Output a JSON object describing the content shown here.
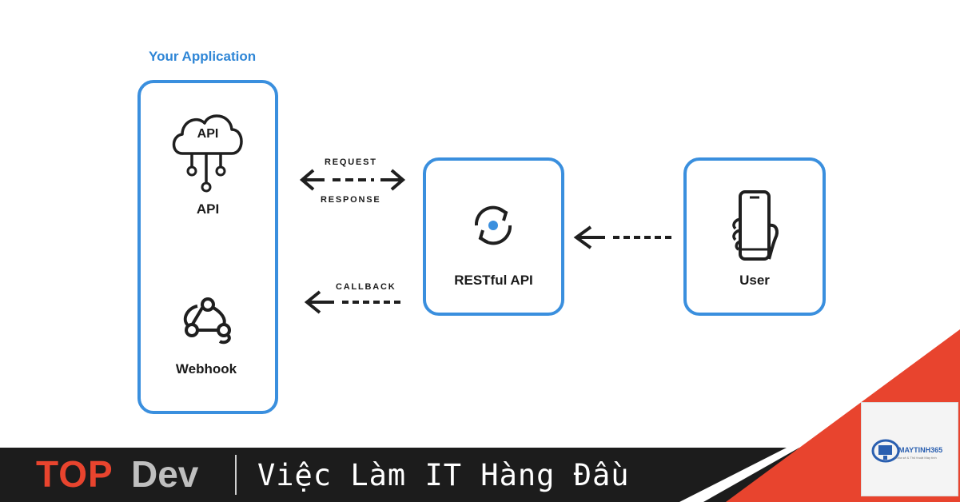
{
  "diagram": {
    "app_title": "Your Application",
    "app_items": {
      "api_cloud_text": "API",
      "api_label": "API",
      "webhook_label": "Webhook"
    },
    "arrows": {
      "request": "REQUEST",
      "response": "RESPONSE",
      "callback": "CALLBACK"
    },
    "restful_label": "RESTful API",
    "user_label": "User"
  },
  "footer": {
    "brand_top": "TOP",
    "brand_dev": "Dev",
    "tagline": "Việc Làm IT Hàng Đầu",
    "partner_logo": "MAYTINH365",
    "partner_sub": "Chia sẻ & Thủ thuật Máy tính"
  },
  "colors": {
    "accent_blue": "#3a8fde",
    "brand_red": "#e8442e",
    "footer_dark": "#1c1c1c"
  },
  "icons": [
    "api-cloud-icon",
    "webhook-icon",
    "sync-icon",
    "smartphone-hand-icon",
    "arrow-left-icon",
    "arrow-right-icon"
  ]
}
